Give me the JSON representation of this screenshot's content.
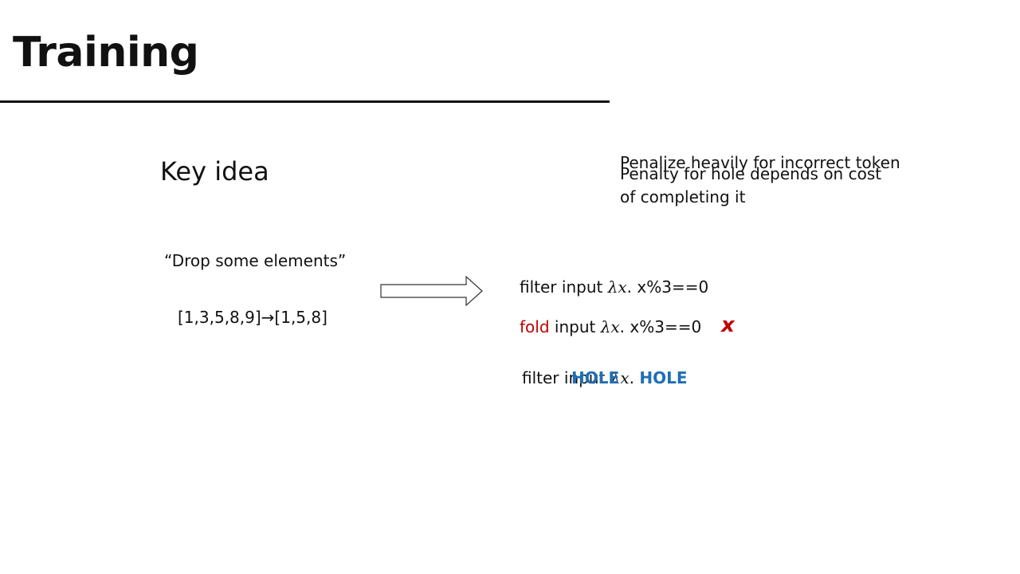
{
  "title": "Training",
  "key_idea": "Key idea",
  "notes": {
    "penalize": "Penalize heavily for incorrect token",
    "penalty_line1": "Penalty for hole depends on cost",
    "penalty_line2": "of completing it"
  },
  "quote": "“Drop some elements”",
  "example": "[1,3,5,8,9]→[1,5,8]",
  "code": {
    "line1": {
      "fn": "filter",
      "rest": " input ",
      "lambda": "λx",
      "body": ". x%3==0"
    },
    "line2": {
      "fn": "fold",
      "rest": " input ",
      "lambda": "λx",
      "body": ". x%3==0"
    },
    "line3": {
      "fn": "filter",
      "rest": " input ",
      "lambda": "λx",
      "dot": ". ",
      "hole_label": "HOLE",
      "hole_overlap": "HOLE"
    }
  },
  "wrong_mark": "x",
  "colors": {
    "wrong": "#c00000",
    "hole": "#1f6fb4"
  },
  "icons": [
    "right-arrow-icon",
    "cross-icon"
  ]
}
